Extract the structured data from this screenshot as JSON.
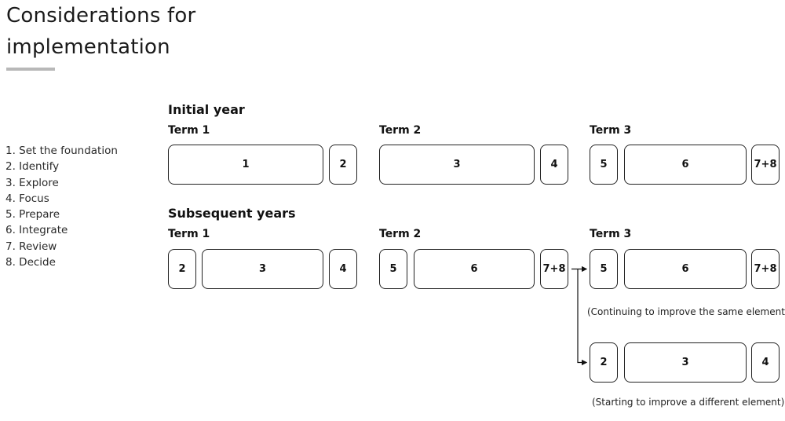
{
  "title": {
    "line1": "Considerations for",
    "line2": "implementation"
  },
  "legend": [
    "1.  Set the foundation",
    "2.  Identify",
    "3.  Explore",
    "4.  Focus",
    "5.  Prepare",
    "6.  Integrate",
    "7.  Review",
    "8.  Decide"
  ],
  "initial_year": {
    "title": "Initial year",
    "term1": {
      "label": "Term 1",
      "boxes": [
        "1",
        "2"
      ]
    },
    "term2": {
      "label": "Term 2",
      "boxes": [
        "3",
        "4"
      ]
    },
    "term3": {
      "label": "Term 3",
      "boxes": [
        "5",
        "6",
        "7+8"
      ]
    }
  },
  "subsequent_years": {
    "title": "Subsequent years",
    "term1": {
      "label": "Term 1",
      "boxes": [
        "2",
        "3",
        "4"
      ]
    },
    "term2": {
      "label": "Term 2",
      "boxes": [
        "5",
        "6",
        "7+8"
      ]
    },
    "term3": {
      "label": "Term 3",
      "same_element": {
        "boxes": [
          "5",
          "6",
          "7+8"
        ],
        "note": "(Continuing to improve the same element)"
      },
      "different_element": {
        "boxes": [
          "2",
          "3",
          "4"
        ],
        "note": "(Starting to improve a different element)"
      }
    }
  }
}
